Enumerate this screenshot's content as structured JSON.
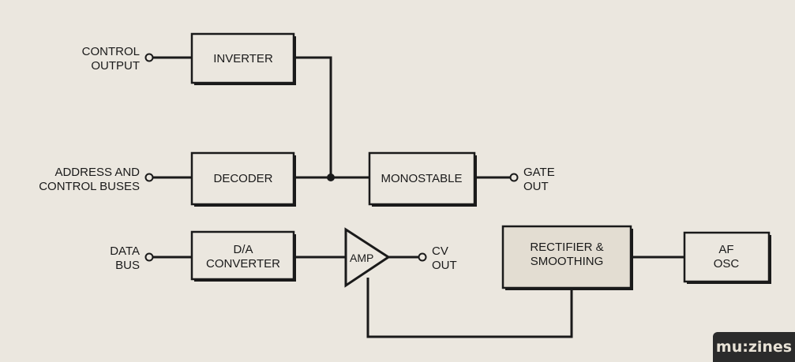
{
  "inputs": {
    "control_output": [
      "CONTROL",
      "OUTPUT"
    ],
    "address_control": [
      "ADDRESS AND",
      "CONTROL BUSES"
    ],
    "data_bus": [
      "DATA",
      "BUS"
    ]
  },
  "blocks": {
    "inverter": [
      "INVERTER"
    ],
    "decoder": [
      "DECODER"
    ],
    "monostable": [
      "MONOSTABLE"
    ],
    "da_converter": [
      "D/A",
      "CONVERTER"
    ],
    "amp": [
      "AMP"
    ],
    "rectifier": [
      "RECTIFIER &",
      "SMOOTHING"
    ],
    "af_osc": [
      "AF",
      "OSC"
    ]
  },
  "outputs": {
    "gate_out": [
      "GATE",
      "OUT"
    ],
    "cv_out": [
      "CV",
      "OUT"
    ]
  },
  "watermark": "mu:zines",
  "colors": {
    "paper": "#ebe7df",
    "ink": "#1a1a1a"
  }
}
